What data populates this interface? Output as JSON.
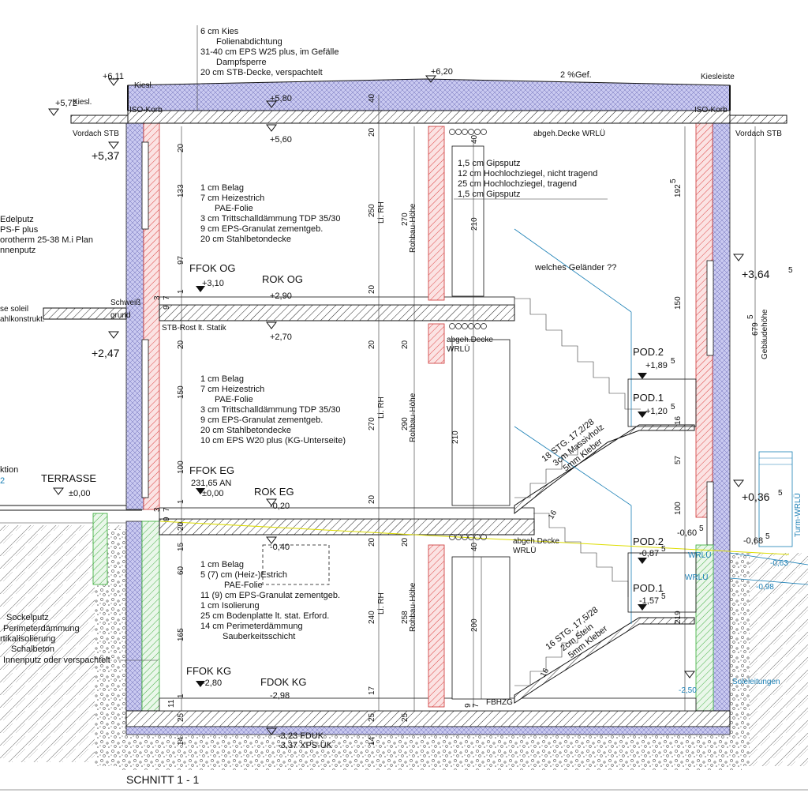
{
  "title": "SCHNITT 1 - 1",
  "roof": {
    "layers": [
      "6 cm Kies",
      "Folienabdichtung",
      "31-40 cm EPS W25 plus, im Gefälle",
      "Dampfsperre",
      "20 cm STB-Decke, verspachtelt"
    ],
    "slope": "2 %Gef.",
    "kiesl_left": "Kiesl.",
    "kiesl_left2": "Kiesl.",
    "kiesleiste": "Kiesleiste",
    "iso_left": "ISO-Korb",
    "iso_right": "ISO-Korb",
    "vordach_left": "Vordach STB",
    "vordach_right": "Vordach STB",
    "abgeh_decke": "abgeh.Decke  WRLÜ"
  },
  "levels": {
    "l611": "+6,11",
    "l620": "+6,20",
    "l572": "+5,72",
    "l580": "+5,80",
    "l560": "+5,60",
    "l537": "+5,37",
    "l364": "+3,64",
    "l364sup": "5",
    "l310": "+3,10",
    "l290": "+2,90",
    "l270": "+2,70",
    "l247": "+2,47",
    "l189": "+1,89",
    "l189sup": "5",
    "l120": "+1,20",
    "l120sup": "5",
    "l036": "+0,36",
    "l036sup": "5",
    "l000a": "±0,00",
    "l000b": "±0,00",
    "l020": "-0,20",
    "l040": "-0,40",
    "l060": "-0,60",
    "l060sup": "5",
    "l068": "-0,68",
    "l068sup": "5",
    "l087": "-0,87",
    "l087sup": "5",
    "l157": "-1,57",
    "l157sup": "5",
    "l063": "-0,63",
    "l098": "-0,98",
    "l250": "-2,50",
    "l280": "-2,80",
    "l298": "-2,98",
    "l323": "-3,23 FDUK",
    "l337": "-3,37 XPS-UK"
  },
  "floors": {
    "ffok_og": "FFOK OG",
    "rok_og": "ROK OG",
    "ffok_eg": "FFOK EG",
    "an": "231,65 AN",
    "rok_eg": "ROK EG",
    "ffok_kg": "FFOK KG",
    "fdok_kg": "FDOK KG",
    "terrasse": "TERRASSE"
  },
  "og_floor": [
    "1 cm Belag",
    "7 cm Heizestrich",
    "PAE-Folie",
    "3 cm Trittschalldämmung TDP 35/30",
    "9 cm EPS-Granulat zementgeb.",
    "20 cm Stahlbetondecke"
  ],
  "eg_floor": [
    "1 cm Belag",
    "7 cm Heizestrich",
    "PAE-Folie",
    "3 cm Trittschalldämmung TDP 35/30",
    "9 cm EPS-Granulat zementgeb.",
    "20 cm Stahlbetondecke",
    "10 cm EPS W20 plus (KG-Unterseite)"
  ],
  "kg_floor": [
    "1 cm Belag",
    "5 (7) cm (Heiz-)Estrich",
    "PAE-Folie",
    "11 (9) cm EPS-Granulat zementgeb.",
    "1 cm Isolierung",
    "25 cm Bodenplatte lt. stat. Erford.",
    "14 cm Perimeterdämmung",
    "Sauberkeitsschicht"
  ],
  "inner_wall": [
    "1,5 cm Gipsputz",
    "12 cm Hochlochziegel, nicht tragend",
    "25 cm Hochlochziegel, tragend",
    "1,5 cm Gipsputz"
  ],
  "left_wall": [
    "Edelputz",
    "PS-F plus",
    "orotherm 25-38 M.i Plan",
    "nnenputz"
  ],
  "left_misc": {
    "soleil": "se soleil",
    "stahlkonstrukt": "ahlkonstrukt.",
    "schweiss": "Schweiß",
    "grund": "grund",
    "stb_rost": "STB-Rost lt. Statik",
    "aktion": "ktion",
    "two": "2"
  },
  "base_wall": [
    "Sockelputz",
    "Perimeterdämmung",
    "rtikalisolierung",
    "Schalbeton",
    "Innenputz oder verspachtelt"
  ],
  "stairs": {
    "upper": [
      "18 STG. 17,2/28",
      "3cm Massivholz",
      "5mm Kleber"
    ],
    "lower": [
      "16 STG. 17,5/28",
      "2cm Stein",
      "5mm Kleber"
    ],
    "pod2_up": "POD.2",
    "pod1_up": "POD.1",
    "pod2_low": "POD.2",
    "pod1_low": "POD.1",
    "gelaender": "welches Geländer ??"
  },
  "mid_labels": {
    "abgeh_eg": "abgeh.Decke",
    "wrlu_eg": "WRLÜ",
    "abgeh_kg": "abgeh.Decke",
    "wrlu_kg": "WRLÜ",
    "fbhzg": "FBHZG"
  },
  "dims": {
    "d20a": "20",
    "d133": "133",
    "d97a": "97",
    "d1a": "1",
    "d7a": "7",
    "d9a": "9",
    "d3a": "3",
    "d20b": "20",
    "d150a": "150",
    "d100a": "100",
    "d1b": "1",
    "d7b": "7",
    "d9b": "9",
    "d3b": "3",
    "d20c": "20",
    "d15": "15",
    "d60": "60",
    "d165": "165",
    "d1c": "1",
    "d11": "11",
    "d25a": "25",
    "d14a": "14",
    "d40a": "40",
    "d20d": "20",
    "d250": "250",
    "lirh1": "Li. RH",
    "d20e": "20",
    "d20f": "20",
    "d270a": "270",
    "lirh2": "Li. RH",
    "d20g": "20",
    "d20h": "20",
    "d240": "240",
    "lirh3": "Li. RH",
    "d17": "17",
    "d25b": "25",
    "d14b": "14",
    "d270b": "270",
    "rohbau1": "Rohbau-Höhe",
    "d20i": "20",
    "d290": "290",
    "rohbau2": "Rohbau-Höhe",
    "d20j": "20",
    "d258": "258",
    "rohbau3": "Rohbau-Höhe",
    "d25c": "25",
    "d40b": "40",
    "d210a": "210",
    "d210b": "210",
    "d40c": "40",
    "d200": "200",
    "d9c": "9",
    "d7c": "7",
    "d192": "192",
    "d192sup": "5",
    "d150b": "150",
    "d16": "16",
    "d57": "57",
    "d100b": "100",
    "d219": "219",
    "d679": "679",
    "d679sup": "5",
    "gebh": "Gebäudehöhe",
    "d16b": "16",
    "d16c": "16"
  },
  "right_misc": {
    "turm_wrlu": "Turm-WRLÜ",
    "wrlu1": "WRLÜ",
    "wrlu2": "WRLÜ",
    "sole": "Soleleitungen"
  }
}
